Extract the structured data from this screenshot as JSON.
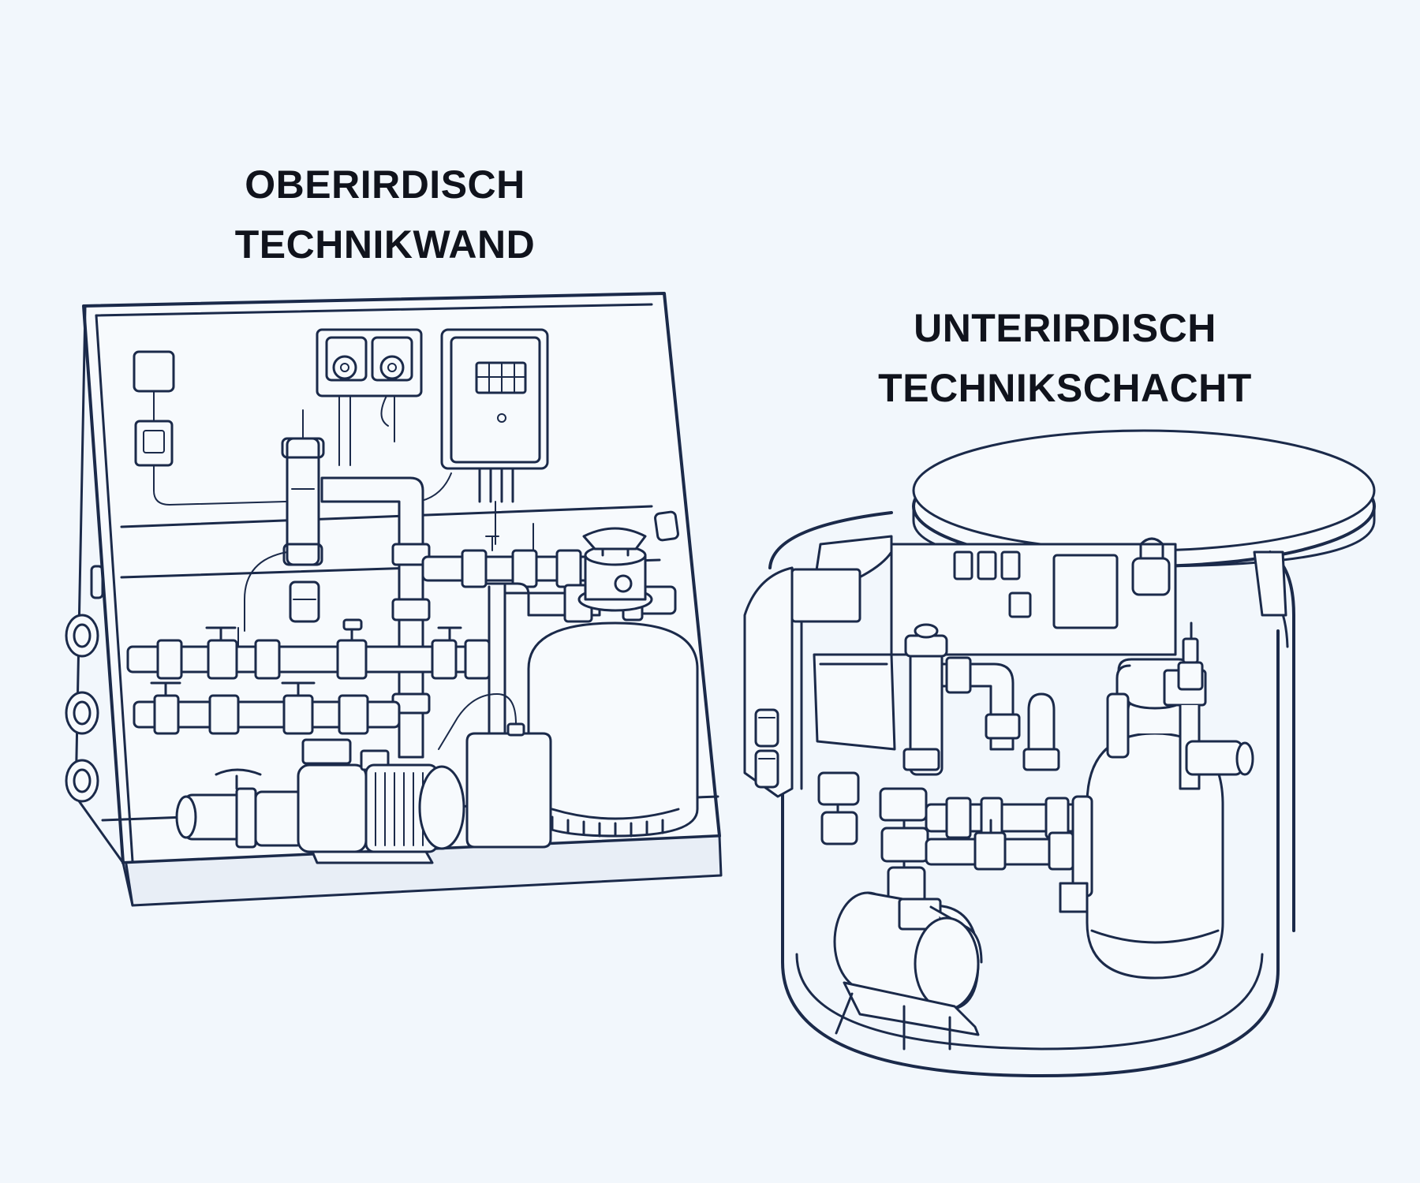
{
  "labels": {
    "left": {
      "line1": "OBERIRDISCH",
      "line2": "TECHNIKWAND"
    },
    "right": {
      "line1": "UNTERIRDISCH",
      "line2": "TECHNIKSCHACHT"
    }
  },
  "colors": {
    "background": "#f2f7fc",
    "line": "#1b2a4a",
    "text": "#10131c"
  }
}
